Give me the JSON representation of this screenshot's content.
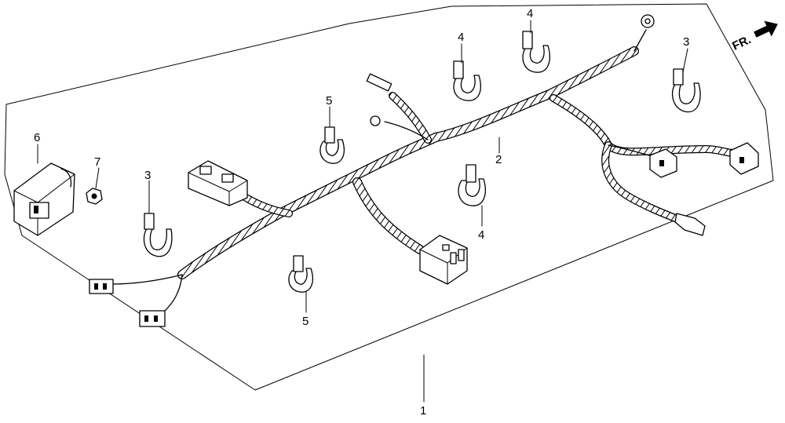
{
  "diagram": {
    "callouts": {
      "c1": "1",
      "c2": "2",
      "c3a": "3",
      "c3b": "3",
      "c4a": "4",
      "c4b": "4",
      "c4c": "4",
      "c5a": "5",
      "c5b": "5",
      "c6": "6",
      "c7": "7"
    },
    "front_indicator": "FR.",
    "icons": {
      "front": "arrow-right-up-icon"
    },
    "colors": {
      "line": "#000000",
      "background": "#ffffff"
    }
  }
}
